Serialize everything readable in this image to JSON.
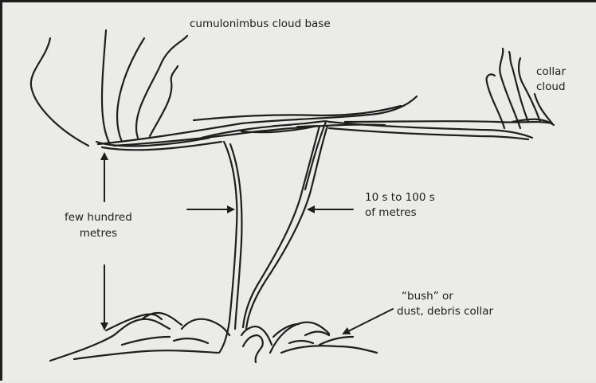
{
  "labels": {
    "cloud_base": "cumulonimbus cloud base",
    "collar_line1": "collar",
    "collar_line2": "cloud",
    "height_line1": "few hundred",
    "height_line2": "metres",
    "width_line1": "10 s to 100 s",
    "width_line2": "of metres",
    "bush_line1": "“bush” or",
    "bush_line2": "dust, debris collar"
  },
  "colors": {
    "ink": "#1e1e1e",
    "paper": "#ebebe8"
  }
}
